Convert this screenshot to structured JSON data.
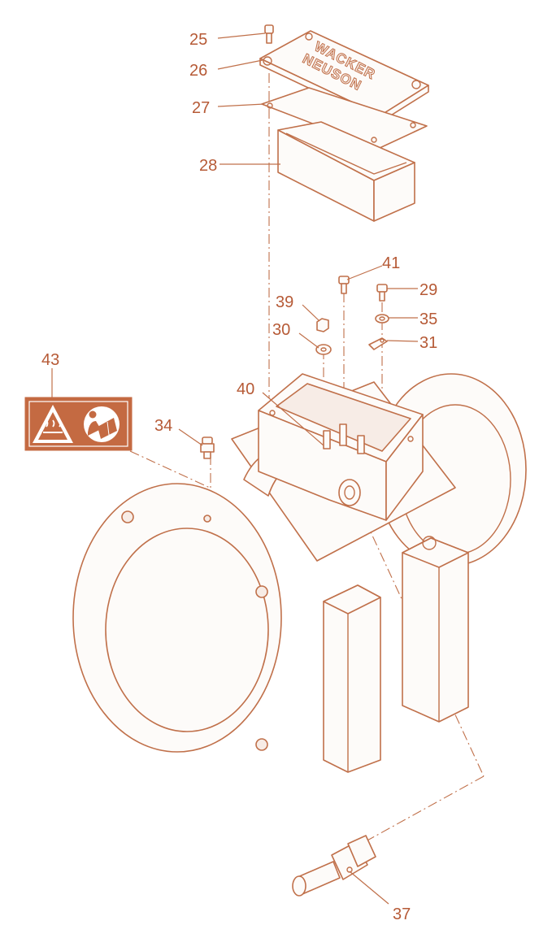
{
  "brand": {
    "line1": "WACKER",
    "line2": "NEUSON"
  },
  "callouts": {
    "c25": "25",
    "c26": "26",
    "c27": "27",
    "c28": "28",
    "c41": "41",
    "c29": "29",
    "c39": "39",
    "c35": "35",
    "c30": "30",
    "c31": "31",
    "c43": "43",
    "c40": "40",
    "c34": "34",
    "c37": "37"
  },
  "icons": {
    "warning": "hot-surface-warning-icon",
    "manual": "read-manual-icon"
  },
  "colors": {
    "line": "#c0704a",
    "label_bg": "#c46a42",
    "text": "#b65a36"
  }
}
